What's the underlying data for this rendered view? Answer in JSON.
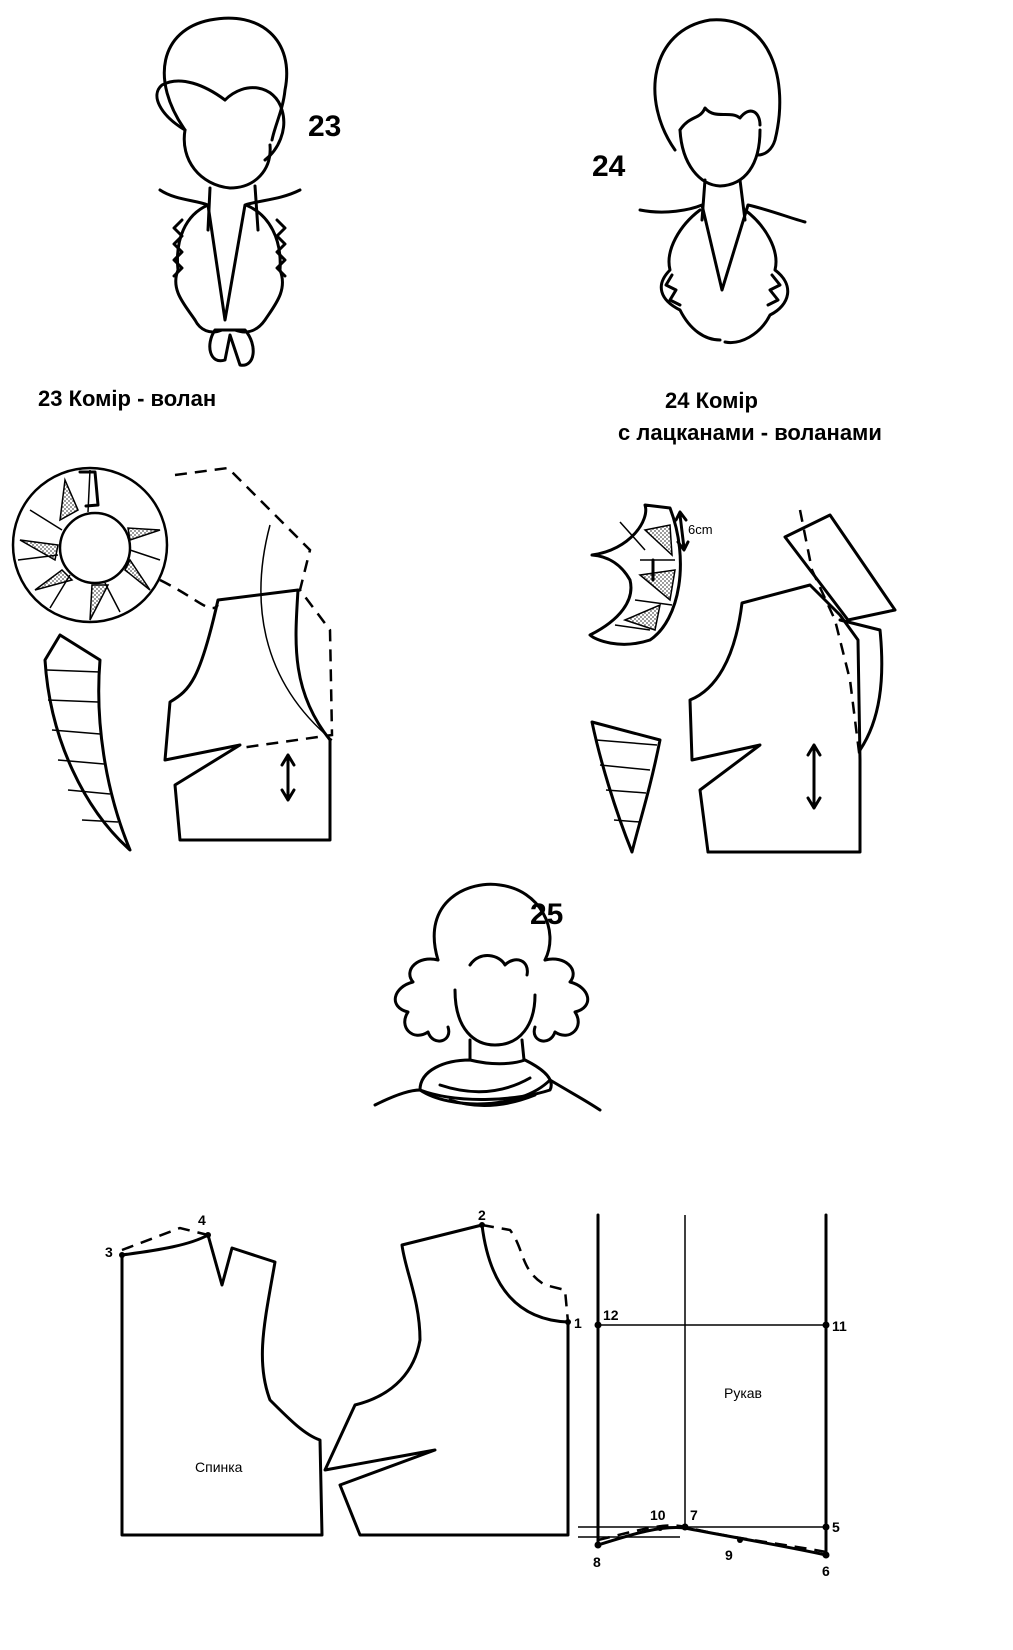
{
  "figure23": {
    "number": "23",
    "caption": "23 Комір - волан"
  },
  "figure24": {
    "number": "24",
    "caption_line1": "24    Комір",
    "caption_line2": "с лацканами - воланами",
    "dimension_label": "6cm"
  },
  "figure25": {
    "number": "25"
  },
  "bottom_patterns": {
    "back_label": "Спинка",
    "sleeve_label": "Рукав",
    "points": [
      "1",
      "2",
      "3",
      "4",
      "5",
      "6",
      "7",
      "8",
      "9",
      "10",
      "11",
      "12"
    ]
  },
  "colors": {
    "ink": "#000000",
    "paper": "#ffffff",
    "hatch": "#555555"
  }
}
